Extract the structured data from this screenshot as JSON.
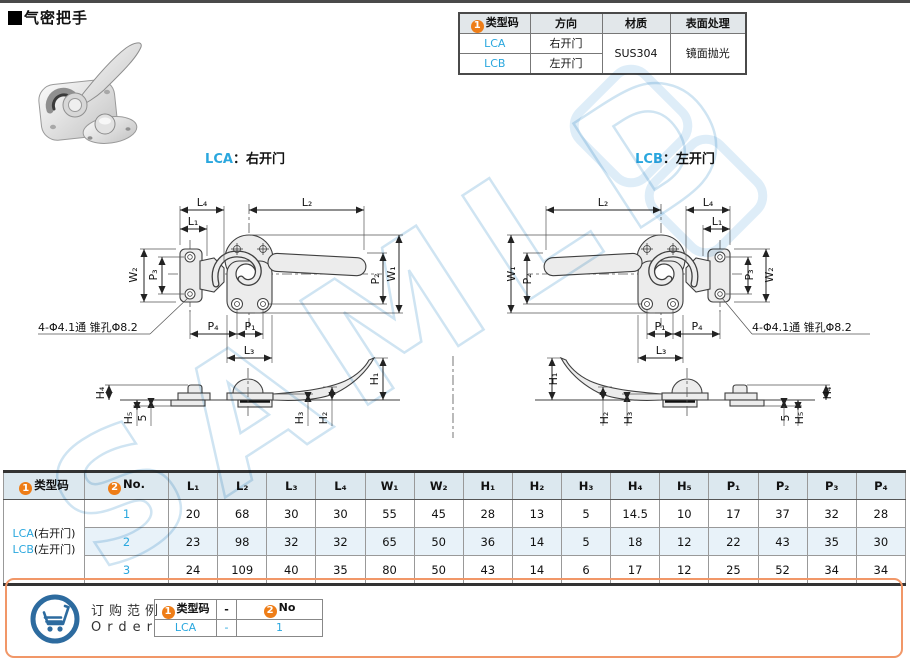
{
  "page": {
    "title": "气密把手",
    "watermark": "SAMLD"
  },
  "colors": {
    "accent_blue": "#2aa7de",
    "badge_orange": "#ee7d17",
    "border_orange": "#f19768"
  },
  "spec_table": {
    "col_type_badge": "1",
    "col_type": "类型码",
    "col_dir": "方向",
    "col_mat": "材质",
    "col_fin": "表面处理",
    "rows": [
      {
        "code": "LCA",
        "dir": "右开门"
      },
      {
        "code": "LCB",
        "dir": "左开门"
      }
    ],
    "material": "SUS304",
    "finish": "镜面抛光"
  },
  "drawings": {
    "lca_code": "LCA",
    "lca_name": "：右开门",
    "lcb_code": "LCB",
    "lcb_name": "：左开门",
    "hole_note": "4-Φ4.1通 锥孔Φ8.2",
    "dims": {
      "L1": "L₁",
      "L2": "L₂",
      "L3": "L₃",
      "L4": "L₄",
      "W1": "W₁",
      "W2": "W₂",
      "P1": "P₁",
      "P2": "P₂",
      "P3": "P₃",
      "P4": "P₄",
      "H1": "H₁",
      "H2": "H₂",
      "H3": "H₃",
      "H4": "H₄",
      "H5": "H₅",
      "const5": "5"
    }
  },
  "dim_table": {
    "col_type_badge": "1",
    "col_type": "类型码",
    "col_no_badge": "2",
    "col_no": "No.",
    "headers": [
      "L₁",
      "L₂",
      "L₃",
      "L₄",
      "W₁",
      "W₂",
      "H₁",
      "H₂",
      "H₃",
      "H₄",
      "H₅",
      "P₁",
      "P₂",
      "P₃",
      "P₄"
    ],
    "types": [
      {
        "code": "LCA",
        "suffix": "(右开门)"
      },
      {
        "code": "LCB",
        "suffix": "(左开门)"
      }
    ],
    "rows": [
      {
        "no": "1",
        "v": [
          "20",
          "68",
          "30",
          "30",
          "55",
          "45",
          "28",
          "13",
          "5",
          "14.5",
          "10",
          "17",
          "37",
          "32",
          "28"
        ]
      },
      {
        "no": "2",
        "v": [
          "23",
          "98",
          "32",
          "32",
          "65",
          "50",
          "36",
          "14",
          "5",
          "18",
          "12",
          "22",
          "43",
          "35",
          "30"
        ]
      },
      {
        "no": "3",
        "v": [
          "24",
          "109",
          "40",
          "35",
          "80",
          "50",
          "43",
          "14",
          "6",
          "17",
          "12",
          "25",
          "52",
          "34",
          "34"
        ]
      }
    ]
  },
  "order": {
    "cn": "订购范例",
    "en": "Order",
    "h_type_badge": "1",
    "h_type": "类型码",
    "h_dash": "-",
    "h_no_badge": "2",
    "h_no": "No",
    "r_code": "LCA",
    "r_dash": "-",
    "r_no": "1"
  }
}
